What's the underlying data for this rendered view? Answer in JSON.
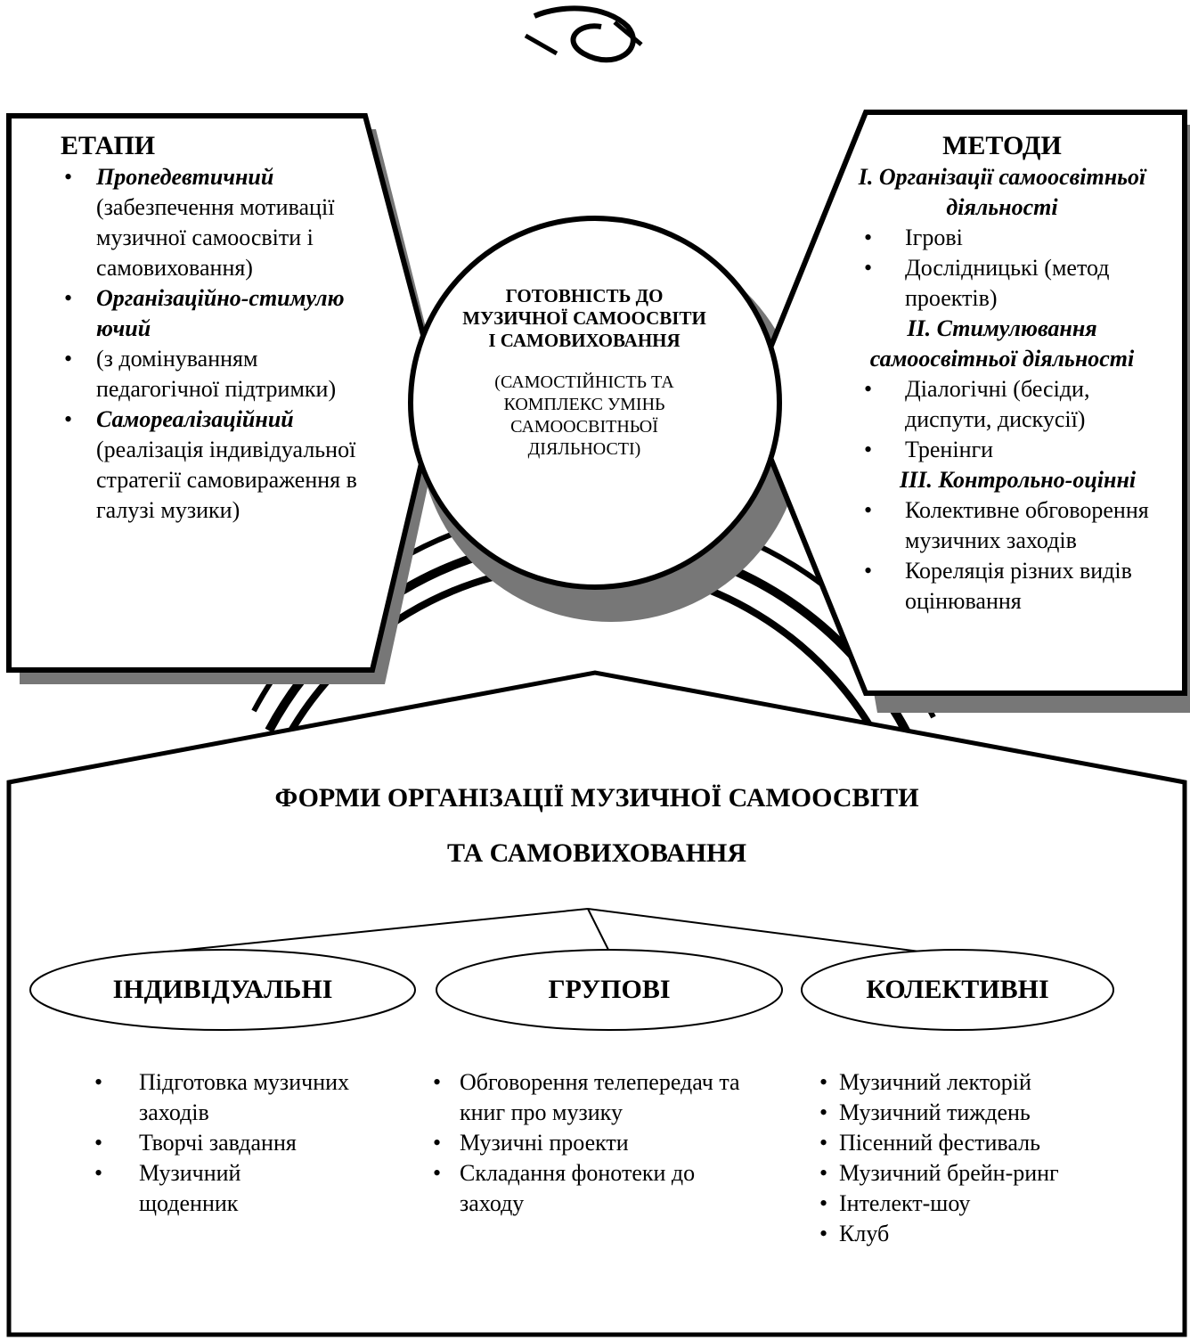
{
  "stages": {
    "title": "ЕТАПИ",
    "items": [
      {
        "name": "Пропедевтичний",
        "desc": "(забезпечення мотивації музичної самоосвіти і самовиховання)"
      },
      {
        "name": "Організаційно-стимулюючий",
        "desc": "(з домінуванням педагогічної підтримки)"
      },
      {
        "name": "Самореалізаційний",
        "desc": "(реалізація індивідуальної стратегії самовираження в галузі музики)"
      }
    ]
  },
  "center": {
    "title": "ГОТОВНІСТЬ ДО МУЗИЧНОЇ САМООСВІТИ І САМОВИХОВАННЯ",
    "subtitle": "(САМОСТІЙНІСТЬ ТА КОМПЛЕКС УМІНЬ САМООСВІТНЬОЇ ДІЯЛЬНОСТІ)"
  },
  "methods": {
    "title": "МЕТОДИ",
    "groups": [
      {
        "heading": "І. Організації самоосвітньої діяльності",
        "items": [
          "Ігрові",
          "Дослідницькі (метод проектів)"
        ]
      },
      {
        "heading": "ІІ. Стимулювання самоосвітньої діяльності",
        "items": [
          "Діалогічні (бесіди, диспути, дискусії)",
          "Тренінги"
        ]
      },
      {
        "heading": "ІІІ. Контрольно-оцінні",
        "items": [
          "Колективне обговорення музичних заходів",
          "Кореляція різних видів оцінювання"
        ]
      }
    ]
  },
  "forms": {
    "title_line1": "ФОРМИ ОРГАНІЗАЦІЇ МУЗИЧНОЇ САМООСВІТИ",
    "title_line2": "ТА САМОВИХОВАННЯ",
    "individual": {
      "label": "ІНДИВІДУАЛЬНІ",
      "items": [
        "Підготовка музичних заходів",
        "Творчі завдання",
        "Музичний щоденник"
      ]
    },
    "group": {
      "label": "ГРУПОВІ",
      "items": [
        "Обговорення телепередач та книг про музику",
        "Музичні проекти",
        "Складання фонотеки до заходу"
      ]
    },
    "collective": {
      "label": "КОЛЕКТИВНІ",
      "items": [
        "Музичний лекторій",
        "Музичний тиждень",
        "Пісенний фестиваль",
        "Музичний брейн-ринг",
        "Інтелект-шоу",
        "Клуб"
      ]
    }
  }
}
